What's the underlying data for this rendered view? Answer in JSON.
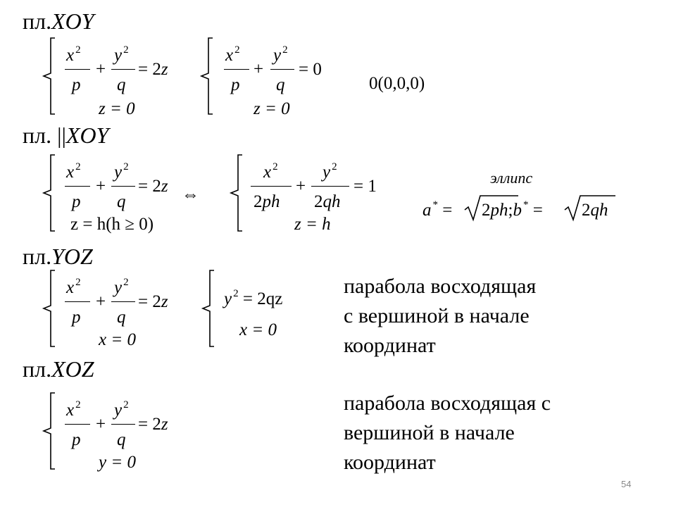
{
  "headings": {
    "xoy": "пл.",
    "xoy_it": "XOY",
    "par_xoy": "пл. ||",
    "par_xoy_it": "XOY",
    "yoz": "пл.",
    "yoz_it": "YOZ",
    "xoz": "пл.",
    "xoz_it": "XOZ"
  },
  "symbols": {
    "x": "x",
    "y": "y",
    "z": "z",
    "p": "p",
    "q": "q",
    "h": "h",
    "two": "2",
    "sq": "2",
    "plus": "+",
    "eq": "=",
    "zero": "0",
    "one": "1",
    "two_z": "2z",
    "two_ph": "2ph",
    "two_qh": "2qh",
    "two_qz": "2qz",
    "geq": "≥",
    "equiv": "⇔",
    "star": "*",
    "semicolon": ";",
    "a": "a",
    "b": "b"
  },
  "block1": {
    "sys1_line2": "z = 0",
    "sys2_line2": "z = 0",
    "point": "0(0,0,0)"
  },
  "block2": {
    "sys1_line2": "z = h(h ≥ 0)",
    "sys2_line2": "z = h",
    "ellipse_label": "эллипс",
    "a_label": "a",
    "b_label": "b"
  },
  "block3": {
    "sys1_line2": "x = 0",
    "sys2_line1_rhs": "= 2qz",
    "sys2_line2": "x = 0",
    "desc_lines": [
      "парабола восходящая",
      "с вершиной в начале",
      "координат"
    ]
  },
  "block4": {
    "sys1_line2": "y = 0",
    "desc_lines": [
      "парабола восходящая с",
      "вершиной в начале",
      "координат"
    ]
  },
  "page_number": "54"
}
